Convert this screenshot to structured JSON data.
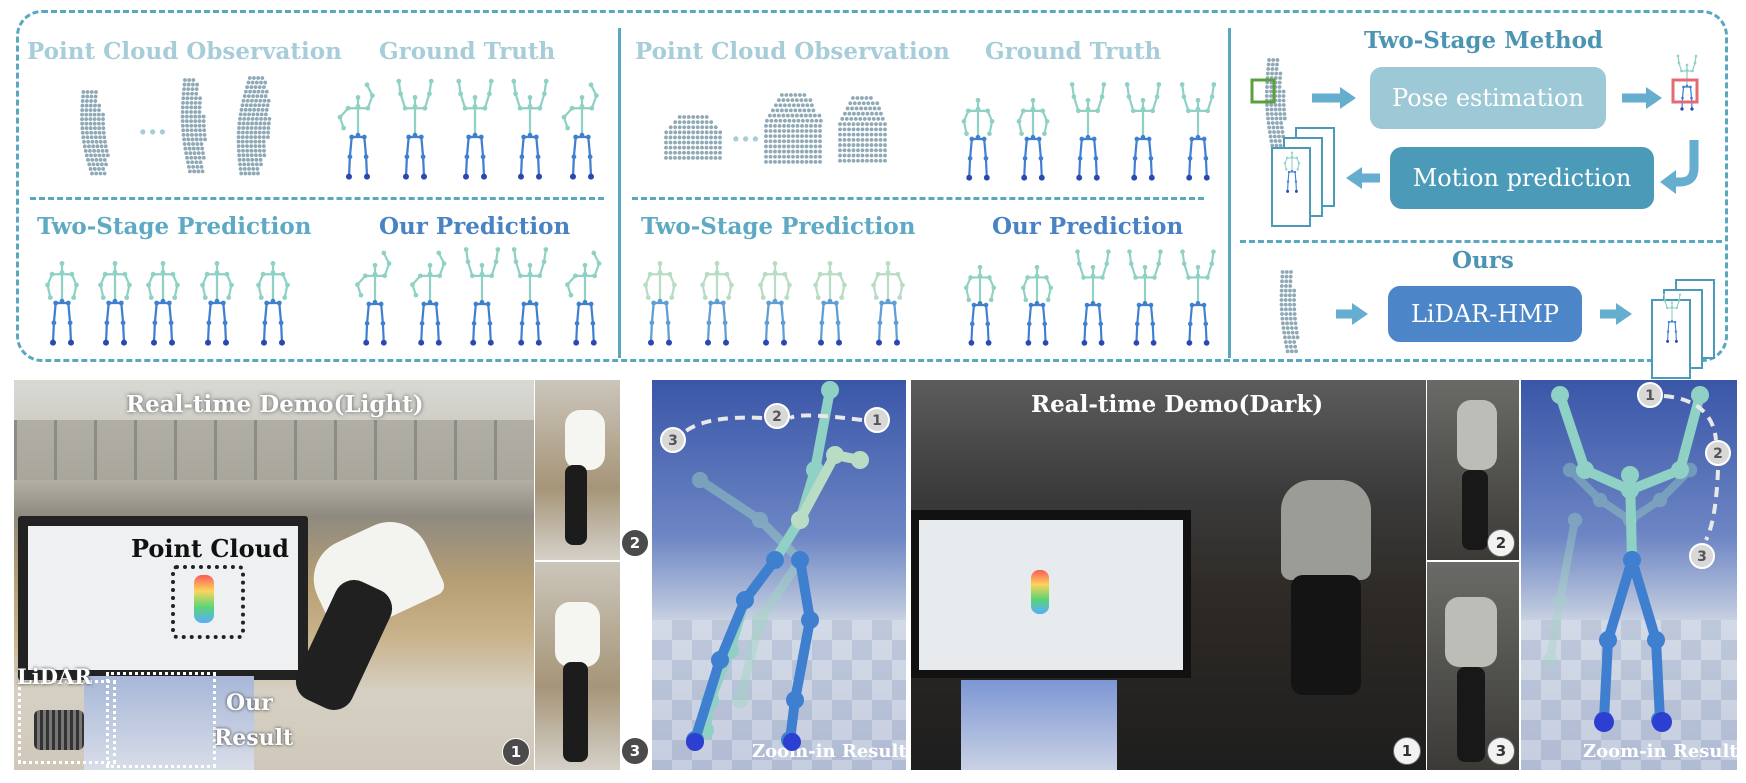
{
  "panel1": {
    "obs": "Point Cloud Observation",
    "gt": "Ground Truth",
    "two": "Two-Stage Prediction",
    "ours": "Our Prediction",
    "dots": "..."
  },
  "panel2": {
    "obs": "Point Cloud Observation",
    "gt": "Ground Truth",
    "two": "Two-Stage Prediction",
    "ours": "Our Prediction",
    "dots": "..."
  },
  "method": {
    "title": "Two-Stage Method",
    "pose": "Pose estimation",
    "motion": "Motion prediction",
    "ours_title": "Ours",
    "lidar": "LiDAR-HMP"
  },
  "demo_light": {
    "title": "Real-time Demo(Light)",
    "pc": "Point Cloud",
    "lidar": "LiDAR",
    "our": "Our",
    "result": "Result",
    "zoom": "Zoom-in Result"
  },
  "demo_dark": {
    "title": "Real-time Demo(Dark)",
    "zoom": "Zoom-in Result"
  },
  "badges": [
    "1",
    "2",
    "3"
  ],
  "colors": {
    "frame": "#5aa8c0",
    "pose_box": "#9dc8d6",
    "motion_box": "#4b9bb8",
    "lidar_box": "#4c85c8"
  }
}
